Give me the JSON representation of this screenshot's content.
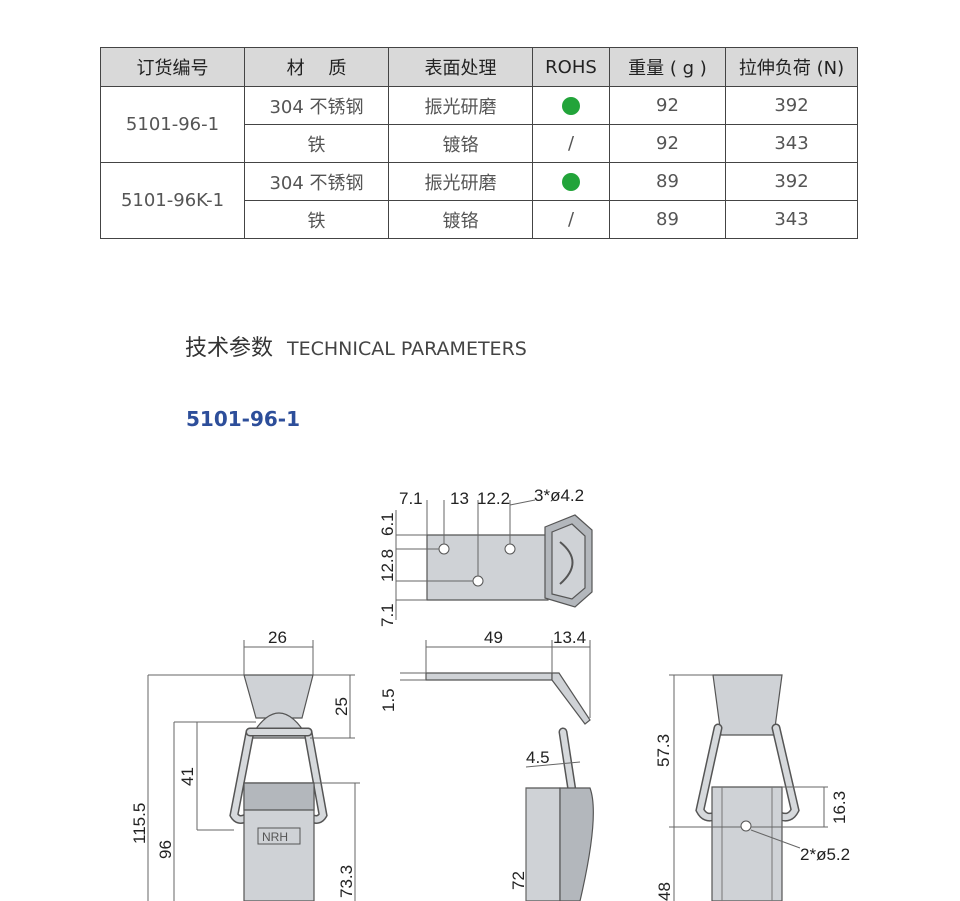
{
  "table": {
    "headers": [
      "订货编号",
      "材　 质",
      "表面处理",
      "ROHS",
      "重量 ( g )",
      "拉伸负荷 (N)"
    ],
    "groups": [
      {
        "model": "5101-96-1",
        "rows": [
          {
            "material": "304 不锈钢",
            "finish": "振光研磨",
            "rohs": "dot",
            "weight": "92",
            "load": "392"
          },
          {
            "material": "铁",
            "finish": "镀铬",
            "rohs": "/",
            "weight": "92",
            "load": "343"
          }
        ]
      },
      {
        "model": "5101-96K-1",
        "rows": [
          {
            "material": "304 不锈钢",
            "finish": "振光研磨",
            "rohs": "dot",
            "weight": "89",
            "load": "392"
          },
          {
            "material": "铁",
            "finish": "镀铬",
            "rohs": "/",
            "weight": "89",
            "load": "343"
          }
        ]
      }
    ],
    "rohs_color": "#22a43a"
  },
  "section": {
    "title_cn": "技术参数",
    "title_en": "TECHNICAL PARAMETERS"
  },
  "model_title": "5101-96-1",
  "model_title_color": "#2d4e9a",
  "dimensions": {
    "top_h1": "7.1",
    "top_h2": "13",
    "top_h3": "12.2",
    "top_holes": "3*ø4.2",
    "top_v1": "6.1",
    "top_v2": "12.8",
    "top_v3": "7.1",
    "side_w1": "49",
    "side_w2": "13.4",
    "side_t": "1.5",
    "side_a": "4.5",
    "side_v": "72",
    "front_w": "26",
    "front_v1": "25",
    "front_v2": "41",
    "front_v3": "115.5",
    "front_v4": "96",
    "front_v5": "73.3",
    "back_v1": "57.3",
    "back_v2": "16.3",
    "back_holes": "2*ø5.2",
    "back_v3": "48"
  }
}
